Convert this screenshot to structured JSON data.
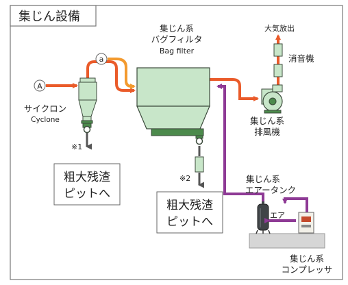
{
  "title": "集じん設備",
  "bag_filter": {
    "label_jp_1": "集じん系",
    "label_jp_2": "バグフィルタ",
    "label_en": "Bag filter"
  },
  "cyclone": {
    "label_jp": "サイクロン",
    "label_en": "Cyclone"
  },
  "inlet_marker": "A",
  "link_marker": "a",
  "silencer": {
    "top_label": "大気放出",
    "label": "消音機"
  },
  "exhaust_fan": {
    "label_1": "集じん系",
    "label_2": "排風機"
  },
  "residue_1": {
    "note": "※1",
    "line1": "粗大残渣",
    "line2": "ピットへ"
  },
  "residue_2": {
    "note": "※2",
    "line1": "粗大残渣",
    "line2": "ピットへ"
  },
  "air_tank": {
    "label_1": "集じん系",
    "label_2": "エアータンク"
  },
  "air_label": "エア",
  "compressor": {
    "label_1": "集じん系",
    "label_2": "コンプレッサ"
  },
  "colors": {
    "gas_flow": "#ea5b2a",
    "link_flow": "#f39a2e",
    "air_flow": "#8e3a95",
    "equipment_fill": "#c8e6c9",
    "equipment_stroke": "#3b4a3b",
    "frame": "#777777"
  }
}
